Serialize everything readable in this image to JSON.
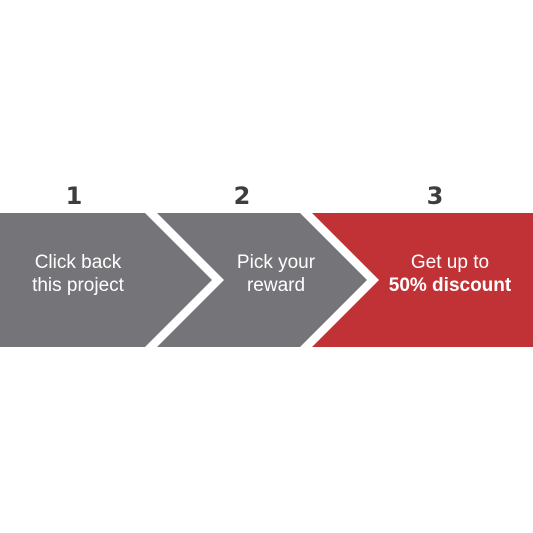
{
  "colors": {
    "gray": "#747479",
    "red": "#c13236",
    "number": "#3d3d3d",
    "text": "#ffffff"
  },
  "steps": [
    {
      "number": "1",
      "line1": "Click back",
      "line2": "this project"
    },
    {
      "number": "2",
      "line1": "Pick your",
      "line2": "reward"
    },
    {
      "number": "3",
      "line1": "Get up to",
      "line2": "50% discount"
    }
  ]
}
